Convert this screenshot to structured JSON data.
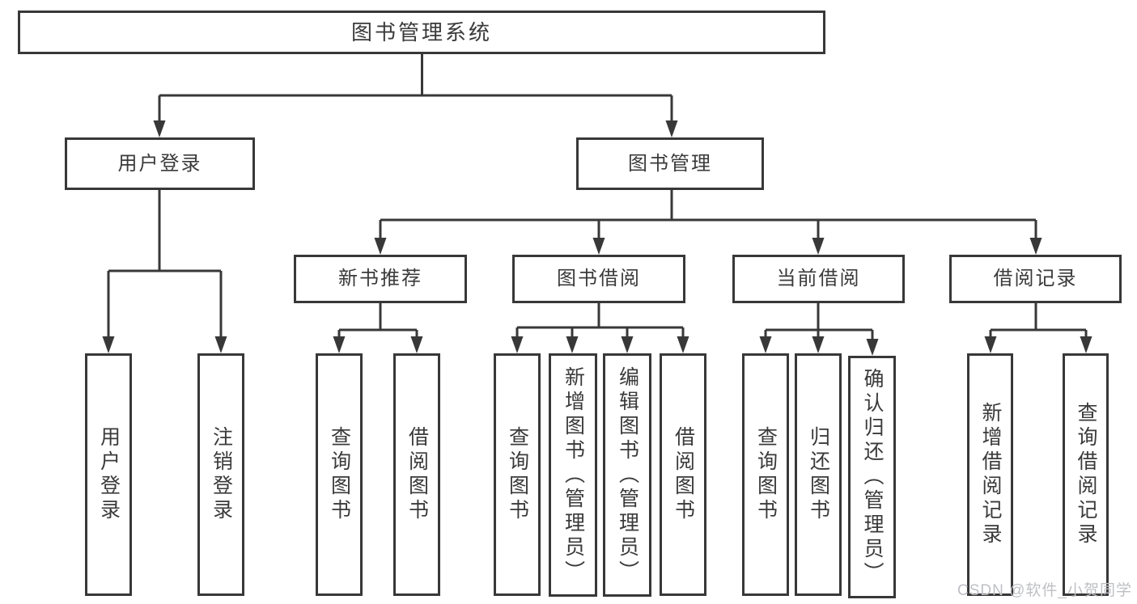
{
  "colors": {
    "line": "#383838",
    "text": "#3a3a3a",
    "background": "#ffffff",
    "watermark_color": "#bfc0c4"
  },
  "watermark": "CSDN @软件_小贺同学",
  "nodes": {
    "root": "图书管理系统",
    "user_login": "用户登录",
    "book_mgmt": "图书管理",
    "new_rec": "新书推荐",
    "borrow": "图书借阅",
    "current": "当前借阅",
    "record": "借阅记录",
    "user_login_leaf": "用户登录",
    "logout_leaf": "注销登录",
    "rec_query": "查询图书",
    "rec_borrow": "借阅图书",
    "borrow_query": "查询图书",
    "borrow_add": "新增图书（管理员）",
    "borrow_edit": "编辑图书（管理员）",
    "borrow_borrow": "借阅图书",
    "cur_query": "查询图书",
    "cur_return": "归还图书",
    "cur_confirm": "确认归还（管理员）",
    "record_add": "新增借阅记录",
    "record_query": "查询借阅记录"
  },
  "structure": {
    "图书管理系统": {
      "用户登录": [
        "用户登录",
        "注销登录"
      ],
      "图书管理": {
        "新书推荐": [
          "查询图书",
          "借阅图书"
        ],
        "图书借阅": [
          "查询图书",
          "新增图书（管理员）",
          "编辑图书（管理员）",
          "借阅图书"
        ],
        "当前借阅": [
          "查询图书",
          "归还图书",
          "确认归还（管理员）"
        ],
        "借阅记录": [
          "新增借阅记录",
          "查询借阅记录"
        ]
      }
    }
  }
}
